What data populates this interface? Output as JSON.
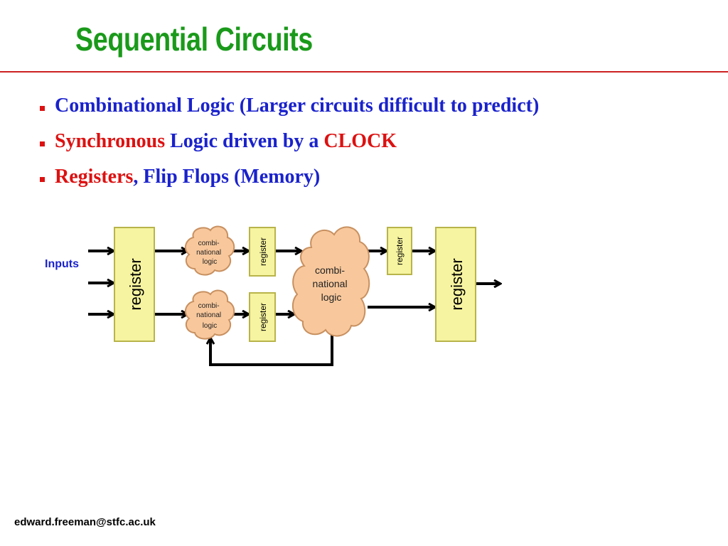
{
  "slide": {
    "title": "Sequential Circuits",
    "footer": "edward.freeman@stfc.ac.uk"
  },
  "bullets": [
    {
      "parts": [
        {
          "text": "Combinational Logic (Larger circuits difficult to predict)",
          "color": "blue"
        }
      ]
    },
    {
      "parts": [
        {
          "text": "Synchronous",
          "color": "red"
        },
        {
          "text": " Logic driven by a ",
          "color": "blue"
        },
        {
          "text": "CLOCK",
          "color": "red"
        }
      ]
    },
    {
      "parts": [
        {
          "text": "Registers",
          "color": "red"
        },
        {
          "text": ", Flip Flops (Memory)",
          "color": "blue"
        }
      ]
    }
  ],
  "diagram": {
    "inputs_label": "Inputs",
    "register_label": "register",
    "small_cloud_label": [
      "combi-",
      "national",
      "logic"
    ],
    "big_cloud_label": [
      "combi-",
      "national",
      "logic"
    ],
    "colors": {
      "register_fill": "#f6f4a0",
      "cloud_fill": "#f8c89c",
      "inputs_text": "#1a22cc"
    }
  }
}
